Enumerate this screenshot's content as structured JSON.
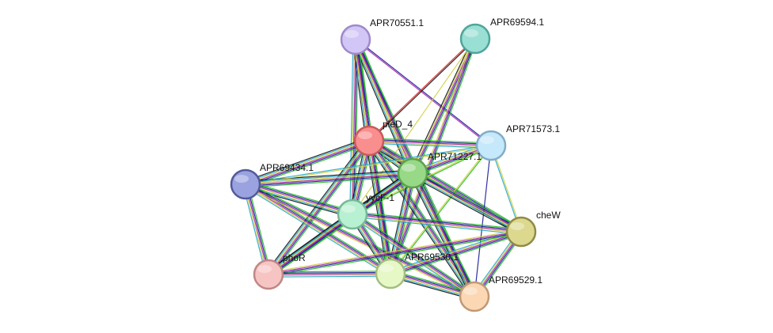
{
  "network": {
    "edge_colors": [
      "#22bb22",
      "#1a1a9a",
      "#dd2222",
      "#d0d044",
      "#aa22aa",
      "#22aacc",
      "#111111",
      "#5555ff"
    ],
    "nodes": [
      {
        "id": "APR70551.1",
        "label": "APR70551.1",
        "fill": "#d2c6f6",
        "stroke": "#9d8ac9"
      },
      {
        "id": "APR69594.1",
        "label": "APR69594.1",
        "fill": "#9adfd4",
        "stroke": "#4ea59a"
      },
      {
        "id": "pleD_4",
        "label": "pleD_4",
        "fill": "#f98e8e",
        "stroke": "#c95a5a"
      },
      {
        "id": "APR71573.1",
        "label": "APR71573.1",
        "fill": "#c5e8fa",
        "stroke": "#82acc8"
      },
      {
        "id": "APR71227.1",
        "label": "APR71227.1",
        "fill": "#98d988",
        "stroke": "#5ca24c"
      },
      {
        "id": "APR69434.1",
        "label": "APR69434.1",
        "fill": "#9aa3e0",
        "stroke": "#52599c"
      },
      {
        "id": "yycF-1",
        "label": "yycF-1",
        "fill": "#b8f0d2",
        "stroke": "#78b896"
      },
      {
        "id": "cheW",
        "label": "cheW",
        "fill": "#dcd88e",
        "stroke": "#8f8b46"
      },
      {
        "id": "phoR",
        "label": "phoR",
        "fill": "#f7c4c4",
        "stroke": "#c08686"
      },
      {
        "id": "APR69530.1",
        "label": "APR69530.1",
        "fill": "#e6f8c6",
        "stroke": "#a2be80"
      },
      {
        "id": "APR69529.1",
        "label": "APR69529.1",
        "fill": "#fbd7b4",
        "stroke": "#c09a76"
      }
    ],
    "edges": [
      {
        "source": "APR70551.1",
        "target": "pleD_4",
        "colors": [
          "#22bb22",
          "#1a1a9a",
          "#aa22aa",
          "#d0d044",
          "#22aacc",
          "#111111"
        ]
      },
      {
        "source": "APR70551.1",
        "target": "APR71227.1",
        "colors": [
          "#22bb22",
          "#1a1a9a",
          "#aa22aa",
          "#d0d044",
          "#22aacc",
          "#111111"
        ]
      },
      {
        "source": "APR70551.1",
        "target": "yycF-1",
        "colors": [
          "#22bb22",
          "#1a1a9a",
          "#aa22aa",
          "#d0d044",
          "#22aacc"
        ]
      },
      {
        "source": "APR70551.1",
        "target": "APR69530.1",
        "colors": [
          "#22bb22",
          "#1a1a9a",
          "#aa22aa",
          "#d0d044"
        ]
      },
      {
        "source": "APR70551.1",
        "target": "APR69529.1",
        "colors": [
          "#22bb22",
          "#1a1a9a",
          "#aa22aa",
          "#d0d044"
        ]
      },
      {
        "source": "APR70551.1",
        "target": "APR71573.1",
        "colors": [
          "#1a1a9a",
          "#aa22aa"
        ]
      },
      {
        "source": "APR69594.1",
        "target": "pleD_4",
        "colors": [
          "#111111",
          "#dd2222"
        ]
      },
      {
        "source": "APR69594.1",
        "target": "APR71227.1",
        "colors": [
          "#22bb22",
          "#1a1a9a",
          "#aa22aa",
          "#d0d044",
          "#111111"
        ]
      },
      {
        "source": "APR69594.1",
        "target": "APR69530.1",
        "colors": [
          "#22bb22",
          "#1a1a9a",
          "#aa22aa",
          "#d0d044"
        ]
      },
      {
        "source": "APR69594.1",
        "target": "yycF-1",
        "colors": [
          "#d0d044"
        ]
      },
      {
        "source": "pleD_4",
        "target": "APR71227.1",
        "colors": [
          "#22bb22",
          "#1a1a9a",
          "#dd2222",
          "#aa22aa",
          "#d0d044",
          "#22aacc",
          "#111111"
        ]
      },
      {
        "source": "pleD_4",
        "target": "APR71573.1",
        "colors": [
          "#22bb22",
          "#1a1a9a",
          "#aa22aa",
          "#d0d044",
          "#22aacc"
        ]
      },
      {
        "source": "pleD_4",
        "target": "APR69434.1",
        "colors": [
          "#22bb22",
          "#1a1a9a",
          "#aa22aa",
          "#d0d044",
          "#22aacc",
          "#111111"
        ]
      },
      {
        "source": "pleD_4",
        "target": "yycF-1",
        "colors": [
          "#22bb22",
          "#1a1a9a",
          "#aa22aa",
          "#d0d044",
          "#22aacc",
          "#111111"
        ]
      },
      {
        "source": "pleD_4",
        "target": "cheW",
        "colors": [
          "#22bb22",
          "#1a1a9a",
          "#aa22aa",
          "#d0d044",
          "#22aacc",
          "#111111"
        ]
      },
      {
        "source": "pleD_4",
        "target": "phoR",
        "colors": [
          "#22bb22",
          "#1a1a9a",
          "#aa22aa",
          "#d0d044",
          "#22aacc",
          "#111111"
        ]
      },
      {
        "source": "pleD_4",
        "target": "APR69530.1",
        "colors": [
          "#22bb22",
          "#1a1a9a",
          "#aa22aa",
          "#d0d044",
          "#22aacc",
          "#111111"
        ]
      },
      {
        "source": "pleD_4",
        "target": "APR69529.1",
        "colors": [
          "#22bb22",
          "#1a1a9a",
          "#aa22aa",
          "#d0d044",
          "#22aacc",
          "#111111"
        ]
      },
      {
        "source": "APR71573.1",
        "target": "APR71227.1",
        "colors": [
          "#22bb22",
          "#1a1a9a",
          "#aa22aa",
          "#d0d044",
          "#22aacc"
        ]
      },
      {
        "source": "APR71573.1",
        "target": "cheW",
        "colors": [
          "#d0d044",
          "#22aacc"
        ]
      },
      {
        "source": "APR71573.1",
        "target": "APR69529.1",
        "colors": [
          "#1a1a9a"
        ]
      },
      {
        "source": "APR71573.1",
        "target": "APR69530.1",
        "colors": [
          "#22bb22",
          "#d0d044"
        ]
      },
      {
        "source": "APR71573.1",
        "target": "yycF-1",
        "colors": [
          "#22bb22",
          "#d0d044"
        ]
      },
      {
        "source": "APR71227.1",
        "target": "APR69434.1",
        "colors": [
          "#22bb22",
          "#1a1a9a",
          "#aa22aa",
          "#d0d044",
          "#22aacc",
          "#111111"
        ]
      },
      {
        "source": "APR71227.1",
        "target": "yycF-1",
        "colors": [
          "#22bb22",
          "#1a1a9a",
          "#aa22aa",
          "#d0d044",
          "#22aacc",
          "#111111"
        ]
      },
      {
        "source": "APR71227.1",
        "target": "cheW",
        "colors": [
          "#22bb22",
          "#1a1a9a",
          "#aa22aa",
          "#d0d044",
          "#22aacc",
          "#111111"
        ]
      },
      {
        "source": "APR71227.1",
        "target": "phoR",
        "colors": [
          "#22bb22",
          "#1a1a9a",
          "#aa22aa",
          "#d0d044",
          "#22aacc",
          "#111111"
        ]
      },
      {
        "source": "APR71227.1",
        "target": "APR69530.1",
        "colors": [
          "#22bb22",
          "#1a1a9a",
          "#aa22aa",
          "#d0d044",
          "#22aacc",
          "#111111"
        ]
      },
      {
        "source": "APR71227.1",
        "target": "APR69529.1",
        "colors": [
          "#22bb22",
          "#1a1a9a",
          "#aa22aa",
          "#d0d044",
          "#22aacc",
          "#111111"
        ]
      },
      {
        "source": "APR69434.1",
        "target": "yycF-1",
        "colors": [
          "#22bb22",
          "#1a1a9a",
          "#aa22aa",
          "#d0d044",
          "#22aacc",
          "#111111"
        ]
      },
      {
        "source": "APR69434.1",
        "target": "phoR",
        "colors": [
          "#22bb22",
          "#1a1a9a",
          "#aa22aa",
          "#d0d044",
          "#22aacc"
        ]
      },
      {
        "source": "APR69434.1",
        "target": "APR69530.1",
        "colors": [
          "#22bb22",
          "#1a1a9a",
          "#aa22aa",
          "#d0d044",
          "#22aacc"
        ]
      },
      {
        "source": "APR69434.1",
        "target": "APR69529.1",
        "colors": [
          "#22bb22",
          "#1a1a9a",
          "#aa22aa",
          "#d0d044"
        ]
      },
      {
        "source": "APR69434.1",
        "target": "APR71573.1",
        "colors": [
          "#22aacc",
          "#d0d044"
        ]
      },
      {
        "source": "yycF-1",
        "target": "cheW",
        "colors": [
          "#22bb22",
          "#1a1a9a",
          "#aa22aa",
          "#d0d044",
          "#22aacc"
        ]
      },
      {
        "source": "yycF-1",
        "target": "phoR",
        "colors": [
          "#22bb22",
          "#1a1a9a",
          "#aa22aa",
          "#d0d044",
          "#22aacc",
          "#111111"
        ]
      },
      {
        "source": "yycF-1",
        "target": "APR69530.1",
        "colors": [
          "#22bb22",
          "#1a1a9a",
          "#aa22aa",
          "#d0d044",
          "#22aacc",
          "#111111"
        ]
      },
      {
        "source": "yycF-1",
        "target": "APR69529.1",
        "colors": [
          "#22bb22",
          "#1a1a9a",
          "#aa22aa",
          "#d0d044",
          "#22aacc"
        ]
      },
      {
        "source": "cheW",
        "target": "APR69530.1",
        "colors": [
          "#22bb22",
          "#1a1a9a",
          "#aa22aa",
          "#d0d044",
          "#22aacc"
        ]
      },
      {
        "source": "cheW",
        "target": "APR69529.1",
        "colors": [
          "#22bb22",
          "#1a1a9a",
          "#aa22aa",
          "#d0d044",
          "#22aacc"
        ]
      },
      {
        "source": "cheW",
        "target": "phoR",
        "colors": [
          "#22bb22",
          "#1a1a9a",
          "#aa22aa",
          "#d0d044"
        ]
      },
      {
        "source": "phoR",
        "target": "APR69530.1",
        "colors": [
          "#22bb22",
          "#1a1a9a",
          "#aa22aa",
          "#d0d044",
          "#22aacc"
        ]
      },
      {
        "source": "APR69530.1",
        "target": "APR69529.1",
        "colors": [
          "#22bb22",
          "#1a1a9a",
          "#aa22aa",
          "#d0d044",
          "#22aacc",
          "#111111"
        ]
      }
    ]
  }
}
